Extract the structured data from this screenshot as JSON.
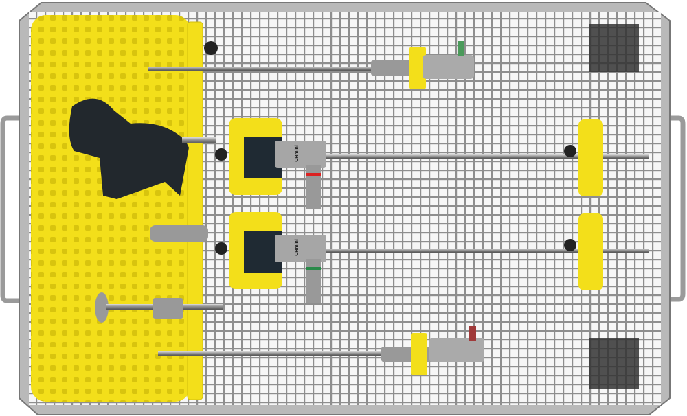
{
  "scene": {
    "subject": "sterilization-tray",
    "colors": {
      "mat": "#f2e21c",
      "steel": "#a9a9a9",
      "mesh_bg": "#f4f4f4",
      "handle": "#1e2226"
    },
    "scope_logos": [
      "CHmini",
      "CHmini"
    ]
  }
}
